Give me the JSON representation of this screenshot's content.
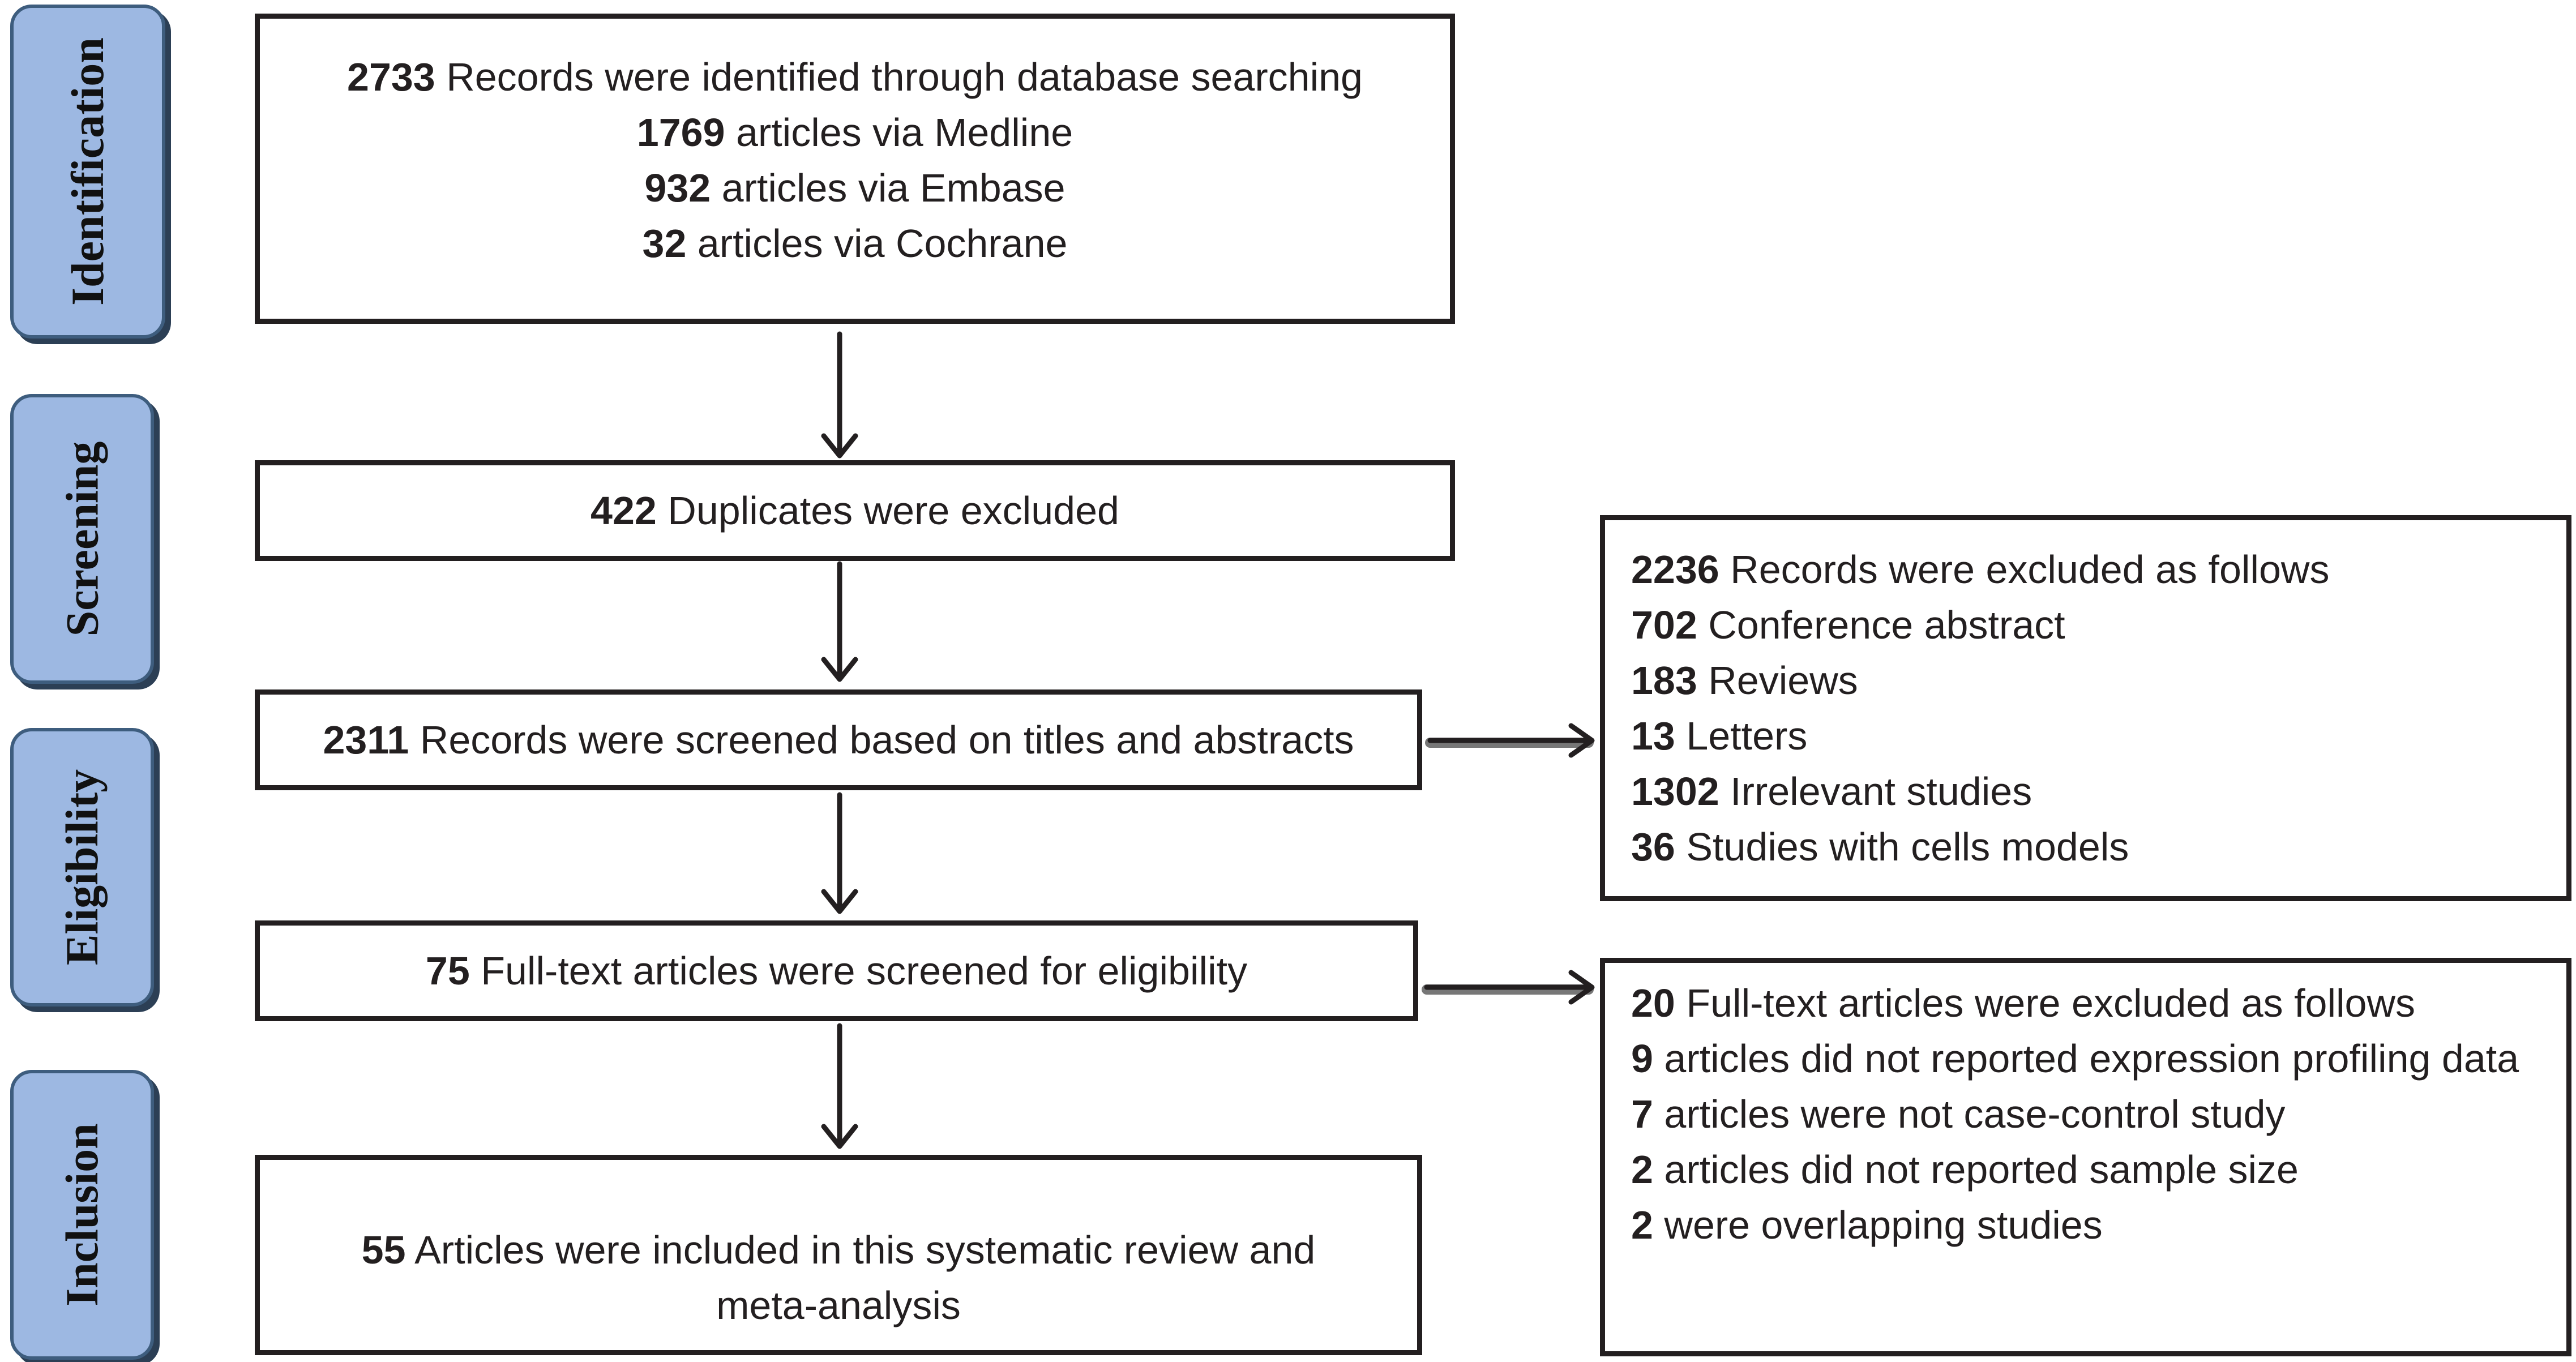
{
  "stages": {
    "identification": "Identification",
    "screening": "Screening",
    "eligibility": "Eligibility",
    "inclusion": "Inclusion"
  },
  "identification_box": {
    "lines": [
      {
        "num": "2733",
        "text": " Records were identified through database searching"
      },
      {
        "num": "1769",
        "text": " articles via Medline"
      },
      {
        "num": "932",
        "text": " articles via Embase"
      },
      {
        "num": "32",
        "text": " articles via Cochrane"
      }
    ]
  },
  "duplicates_box": {
    "num": "422",
    "text": " Duplicates were excluded"
  },
  "screened_box": {
    "num": "2311",
    "text": " Records were screened based on titles and abstracts"
  },
  "fulltext_box": {
    "num": "75",
    "text": " Full-text articles were screened for eligibility"
  },
  "included_box": {
    "lines": [
      {
        "num": "55",
        "text": " Articles were included in this systematic review and"
      },
      {
        "num": "",
        "text": "meta-analysis"
      }
    ]
  },
  "excluded_records_box": {
    "lines": [
      {
        "num": "2236",
        "text": " Records were excluded as follows"
      },
      {
        "num": "702",
        "text": " Conference abstract"
      },
      {
        "num": "183",
        "text": " Reviews"
      },
      {
        "num": "13",
        "text": " Letters"
      },
      {
        "num": "1302",
        "text": " Irrelevant studies"
      },
      {
        "num": "36",
        "text": " Studies with cells models"
      }
    ]
  },
  "excluded_fulltext_box": {
    "lines": [
      {
        "num": "20",
        "text": " Full-text articles were excluded as follows"
      },
      {
        "num": "9",
        "text": " articles did not reported expression profiling data"
      },
      {
        "num": "7",
        "text": " articles were not case-control study"
      },
      {
        "num": "2",
        "text": " articles did not reported sample size"
      },
      {
        "num": "2",
        "text": " were overlapping studies"
      }
    ]
  }
}
